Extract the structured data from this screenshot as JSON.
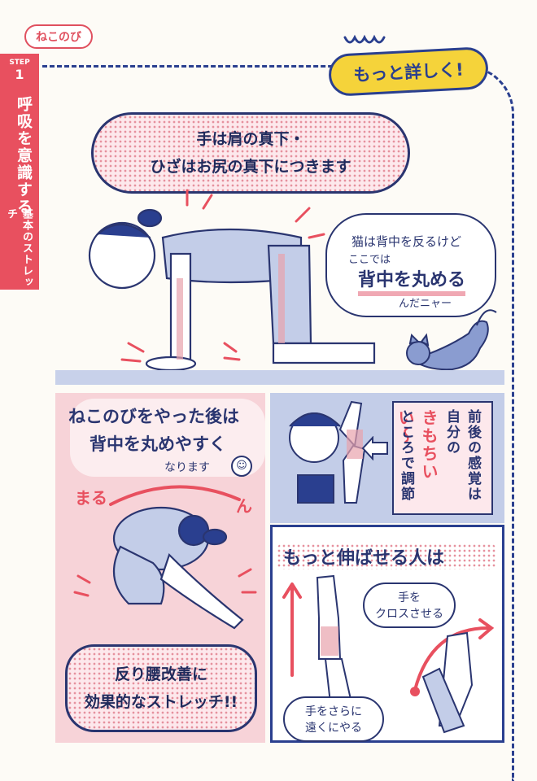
{
  "header": {
    "tag": "ねこのび",
    "banner": "もっと詳しく!"
  },
  "sidebar": {
    "step_label": "STEP",
    "step_number": "1",
    "title_line1": "呼吸を意識する",
    "title_line2": "基本のストレッチ"
  },
  "top_speech": {
    "line1": "手は肩の真下・",
    "line2": "ひざはお尻の真下につきます"
  },
  "cat_bubble": {
    "line1": "猫は背中を反るけど",
    "line2": "ここでは",
    "line3": "背中を丸める",
    "line4": "んだニャー"
  },
  "left_panel": {
    "line1": "ねこのびをやった後は",
    "line2": "背中を丸めやすく",
    "line3": "なります",
    "maru": "まる",
    "n": "ん",
    "badge_line1": "反り腰改善に",
    "badge_line2": "効果的なストレッチ!!"
  },
  "right_top_panel": {
    "col1": "前後の感覚は",
    "col2": "自分の",
    "col3": "きもちいい〜",
    "col4": "ところで調節"
  },
  "right_bottom_panel": {
    "title": "もっと伸ばせる人は",
    "bubble1_line1": "手を",
    "bubble1_line2": "クロスさせる",
    "bubble2_line1": "手をさらに",
    "bubble2_line2": "遠くにやる"
  },
  "colors": {
    "accent_pink": "#e8505f",
    "navy": "#2a3f8f",
    "yellow": "#f5d33a",
    "light_pink": "#f7d3d8",
    "light_blue": "#c3cde8"
  }
}
